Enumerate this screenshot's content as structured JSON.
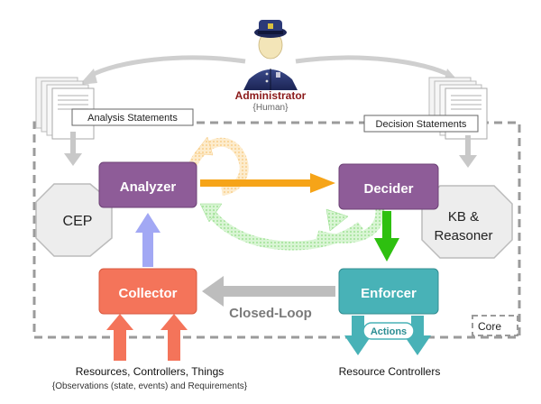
{
  "administrator": {
    "title": "Administrator",
    "subtitle": "{Human}"
  },
  "analysis_statements": "Analysis Statements",
  "decision_statements": "Decision Statements",
  "analyzer": "Analyzer",
  "decider": "Decider",
  "collector": "Collector",
  "enforcer": "Enforcer",
  "cep": "CEP",
  "kb_line1": "KB &",
  "kb_line2": "Reasoner",
  "closed_loop": "Closed-Loop",
  "actions": "Actions",
  "core": "Core",
  "resources_title": "Resources, Controllers, Things",
  "resources_subtitle": "{Observations (state, events) and Requirements}",
  "resource_controllers": "Resource Controllers",
  "colors": {
    "analyzer": "#8e5c98",
    "decider": "#8e5c98",
    "collector": "#f4745a",
    "enforcer": "#48b2b7",
    "orange_arrow": "#f6a418",
    "green_arrow": "#2ec010",
    "blue_arrow": "#a2a8f4",
    "grey": "#bdbdbd",
    "admin_title": "#8b1a1a"
  },
  "icons": [
    "policeman-icon",
    "document-stack-icon"
  ]
}
